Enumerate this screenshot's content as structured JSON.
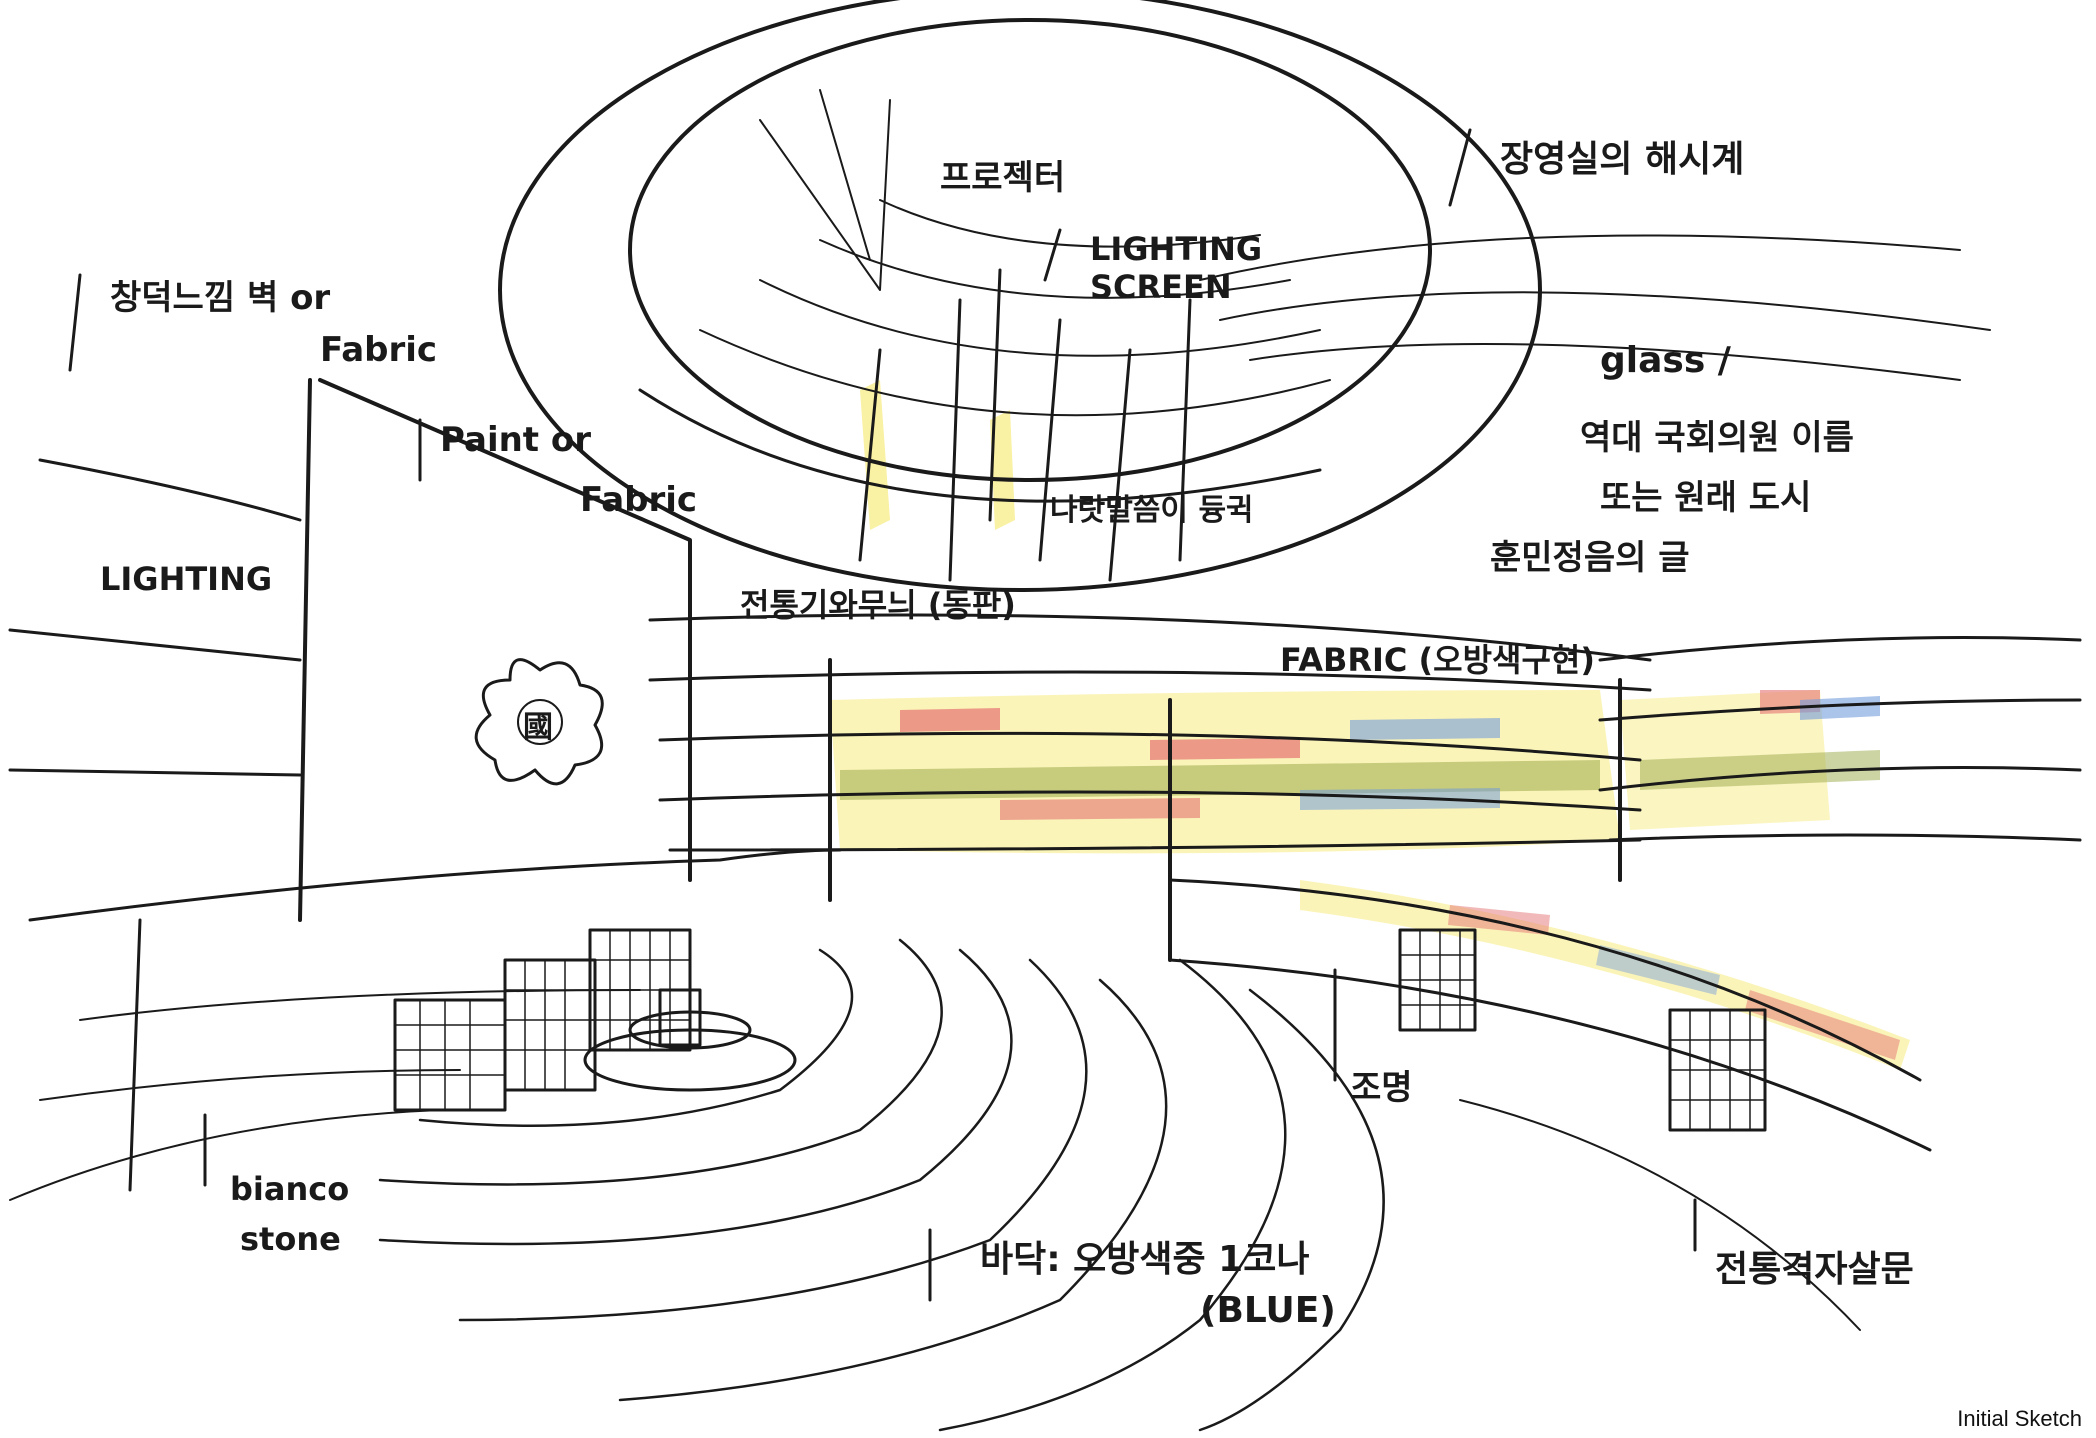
{
  "caption": "Initial Sketch",
  "annotations": {
    "projector": "프로젝터",
    "lighting_screen": "LIGHTING SCREEN",
    "exhibition_room": "장영실의 해시계",
    "glass": "glass /",
    "glass_note_1": "역대 국회의원 이름",
    "glass_note_2": "또는 원래 도시",
    "roof_feel": "창덕느낌 벽 or",
    "roof_feel_fabric": "Fabric",
    "paint_or_fabric_1": "Paint or",
    "paint_or_fabric_2": "Fabric",
    "lighting_left": "LIGHTING",
    "nasin": "나랏말씀이 듕귁",
    "hunmin": "훈민정음의 글",
    "tradition_pattern": "전통기와무늬 (동판)",
    "fabric_label": "FABRIC (오방색구현)",
    "bianco_stone_1": "bianco",
    "bianco_stone_2": "stone",
    "floor_1": "바닥: 오방색중 1코나",
    "floor_2": "(BLUE)",
    "lighting_kor": "조명",
    "tradition_door": "전통격자살문"
  },
  "emblem_char": "國",
  "palette": {
    "ink": "#1a1a1a",
    "red": "#e05a5a",
    "yellow": "#f3e24a",
    "olive": "#8a9a2a",
    "blue": "#5a8ad6",
    "green": "#6aa84f",
    "paper": "#ffffff"
  }
}
